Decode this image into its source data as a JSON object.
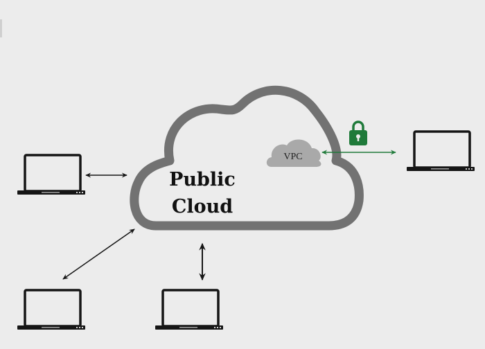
{
  "diagram": {
    "cloud_label_line1": "Public",
    "cloud_label_line2": "Cloud",
    "vpc_label": "VPC",
    "colors": {
      "background": "#ececec",
      "cloud_outline": "#727272",
      "vpc_fill": "#a9a9a9",
      "secure_link": "#1f7a3a",
      "laptop": "#151515"
    },
    "nodes": [
      {
        "id": "laptop-left",
        "connection": "bidirectional",
        "secure": false
      },
      {
        "id": "laptop-bottom-left",
        "connection": "bidirectional",
        "secure": false
      },
      {
        "id": "laptop-bottom-center",
        "connection": "bidirectional",
        "secure": false
      },
      {
        "id": "laptop-right",
        "connection": "bidirectional",
        "secure": true,
        "target": "VPC",
        "icon": "lock-icon"
      }
    ]
  }
}
